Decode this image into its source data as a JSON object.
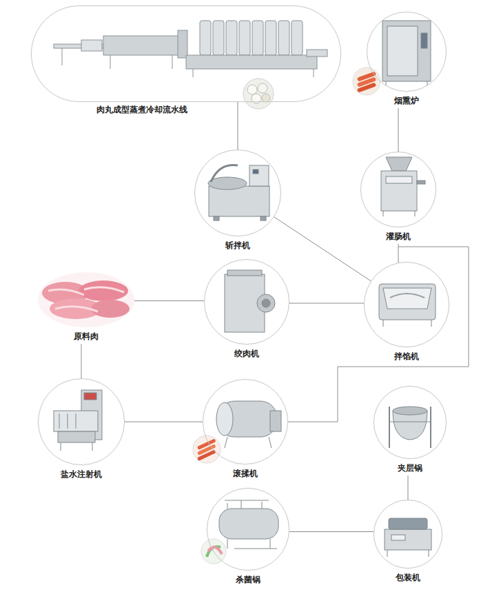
{
  "diagram": {
    "nodes": [
      {
        "text": [
          "肉丸成型蒸煮冷却流水线"
        ]
      },
      {
        "text": [
          "烟熏炉"
        ]
      },
      {
        "text": [
          "斩拌机"
        ]
      },
      {
        "text": [
          "灌肠机"
        ]
      },
      {
        "text": [
          "原料肉"
        ]
      },
      {
        "text": [
          "绞肉机"
        ]
      },
      {
        "text": [
          "拌馅机"
        ]
      },
      {
        "text": [
          "盐水注射机"
        ]
      },
      {
        "text": [
          "滚揉机"
        ]
      },
      {
        "text": [
          "夹层锅"
        ]
      },
      {
        "text": [
          "杀菌锅"
        ]
      },
      {
        "text": [
          "包装机"
        ]
      }
    ],
    "edges": [
      {
        "from": 0,
        "to": 2,
        "arrow": "none"
      },
      {
        "from": 1,
        "to": 3,
        "arrow": "none"
      },
      {
        "from": 2,
        "to": 6,
        "arrow": "none"
      },
      {
        "from": 3,
        "to": 6,
        "arrow": "none"
      },
      {
        "from": 4,
        "to": 5,
        "arrow": "none"
      },
      {
        "from": 5,
        "to": 6,
        "arrow": "none"
      },
      {
        "from": 4,
        "to": 7,
        "arrow": "none"
      },
      {
        "from": 7,
        "to": 8,
        "arrow": "none"
      },
      {
        "from": 8,
        "to": 3,
        "arrow": "none"
      },
      {
        "from": 9,
        "to": 11,
        "arrow": "none"
      },
      {
        "from": 11,
        "to": 10,
        "arrow": "none"
      }
    ]
  }
}
